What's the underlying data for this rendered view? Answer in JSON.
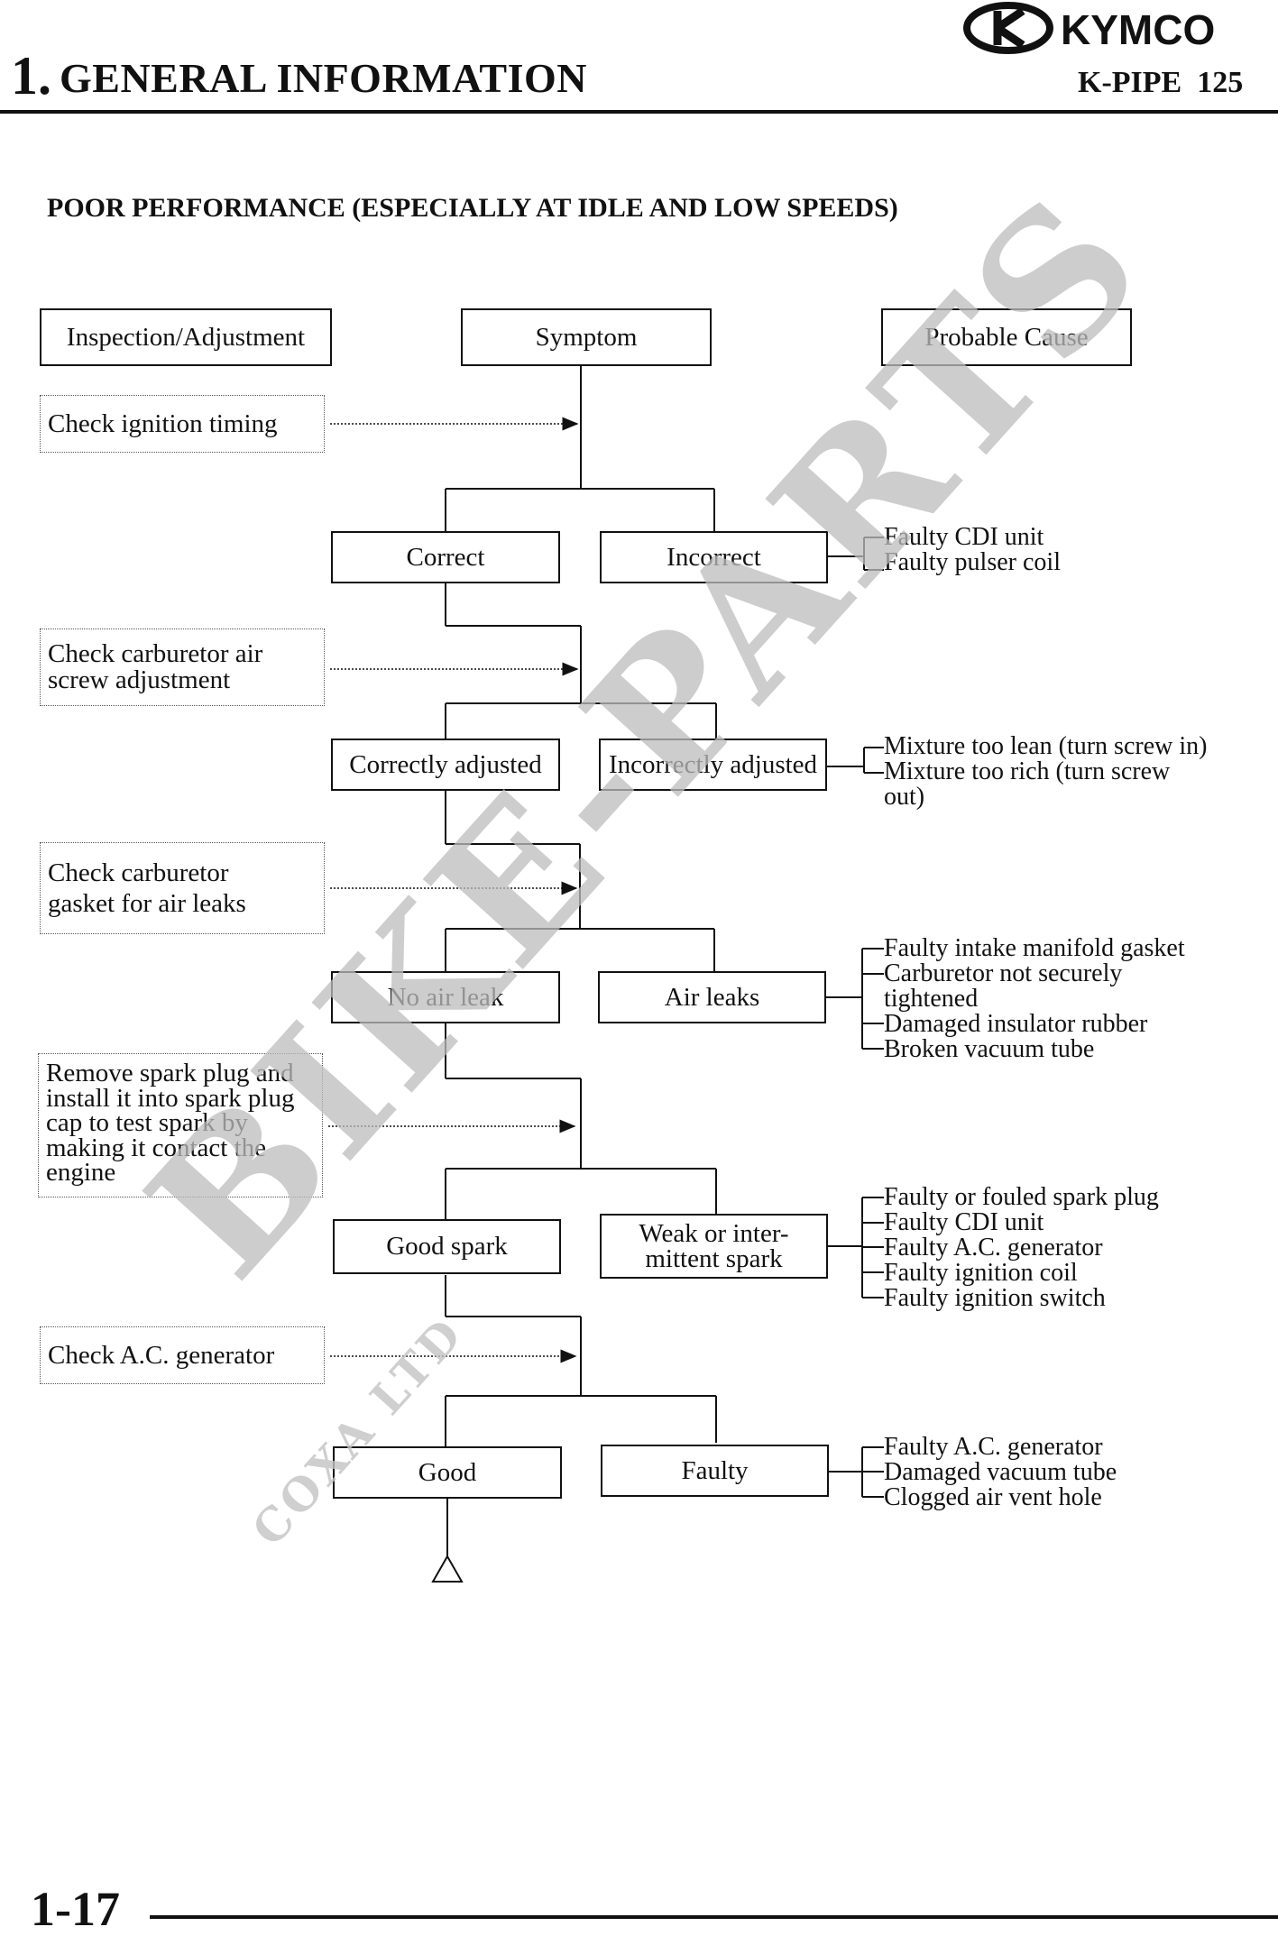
{
  "header": {
    "section_number": "1.",
    "section_title": "GENERAL INFORMATION",
    "model": "K-PIPE  125",
    "logo_text": "KYMCO"
  },
  "page_title": "POOR PERFORMANCE (ESPECIALLY AT IDLE AND LOW SPEEDS)",
  "columns": {
    "inspection": "Inspection/Adjustment",
    "symptom": "Symptom",
    "cause": "Probable Cause"
  },
  "steps": [
    {
      "inspection": "Check ignition timing",
      "ok": "Correct",
      "fail": "Incorrect",
      "causes": "Faulty CDI unit\nFaulty pulser coil"
    },
    {
      "inspection": "Check carburetor air\nscrew adjustment",
      "ok": "Correctly adjusted",
      "fail": "Incorrectly adjusted",
      "causes": "Mixture too lean (turn screw in)\nMixture too rich (turn screw\nout)"
    },
    {
      "inspection": "Check carburetor\ngasket for air leaks",
      "ok": "No air leak",
      "fail": "Air leaks",
      "causes": "Faulty intake manifold gasket\nCarburetor not securely\ntightened\nDamaged insulator rubber\nBroken vacuum tube"
    },
    {
      "inspection": "Remove spark plug and\ninstall it into spark plug\ncap to test spark by\nmaking it contact the\nengine",
      "ok": "Good spark",
      "fail": "Weak or inter-\nmittent spark",
      "causes": "Faulty or fouled spark plug\nFaulty CDI unit\nFaulty A.C. generator\nFaulty ignition coil\nFaulty ignition switch"
    },
    {
      "inspection": "Check A.C. generator",
      "ok": "Good",
      "fail": "Faulty",
      "causes": "Faulty A.C. generator\nDamaged vacuum tube\nClogged air vent hole"
    }
  ],
  "watermark": {
    "main": "BIKE-PARTS",
    "sub": "COXA LTD"
  },
  "footer": {
    "page_number": "1-17"
  }
}
